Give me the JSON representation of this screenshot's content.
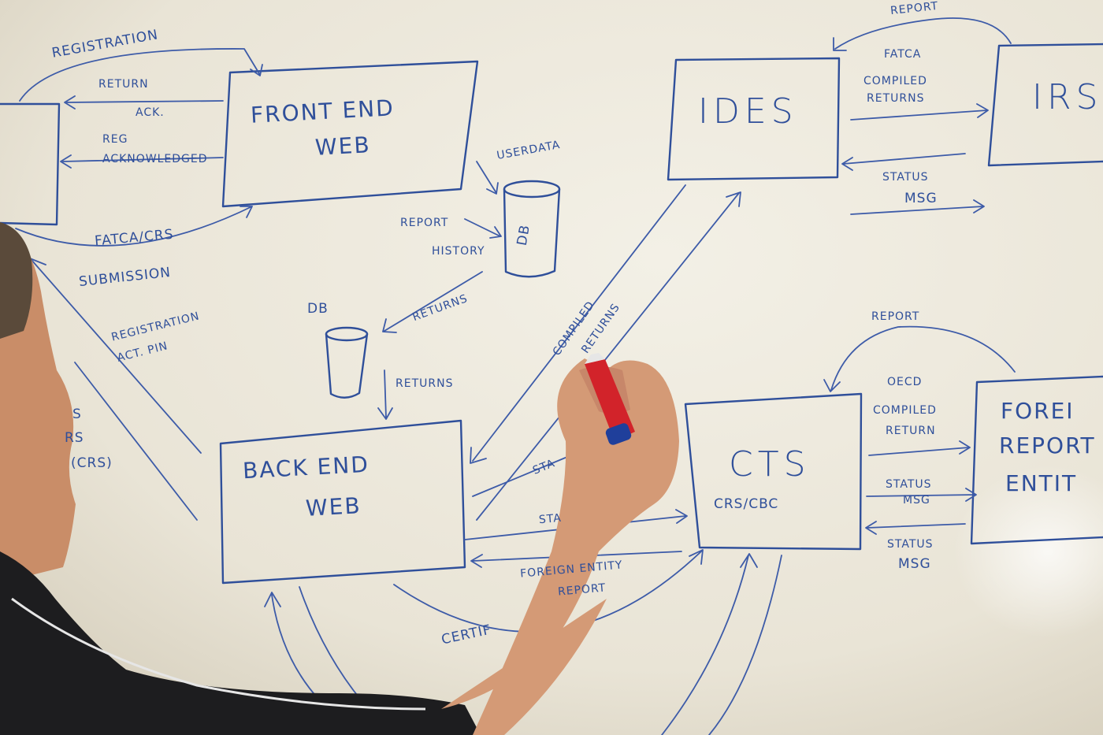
{
  "board": {
    "boxes": {
      "front_end": [
        "FRONT END",
        "WEB"
      ],
      "ides": "IDES",
      "irs": "IRS",
      "back_end": [
        "BACK END",
        "WEB"
      ],
      "cts": "CTS",
      "cts_sub": "CRS/CBC",
      "foreign": [
        "FOREI",
        "REPORT",
        "ENTIT"
      ],
      "db_top": "DB",
      "db_mid": "DB"
    },
    "labels": {
      "registration_top": "REGISTRATION",
      "return_ack": [
        "RETURN",
        "ACK."
      ],
      "reg_acknowledged": [
        "REG",
        "ACKNOWLEDGED"
      ],
      "fatca_crs": "FATCA/CRS",
      "submission": "SUBMISSION",
      "registration_pin": [
        "REGISTRATION",
        "ACT. PIN"
      ],
      "left_fragment": [
        "S",
        "RS",
        "(CRS)"
      ],
      "user_data": "USERDATA",
      "report_history": [
        "REPORT",
        "HISTORY"
      ],
      "returns_1": "RETURNS",
      "returns_2": "RETURNS",
      "compiled_returns": [
        "COMPILED",
        "RETURNS"
      ],
      "report_irs": "REPORT",
      "fatca_compiled": [
        "FATCA",
        "COMPILED",
        "RETURNS"
      ],
      "status_msg_irs": [
        "STATUS",
        "MSG"
      ],
      "report_foreign": "REPORT",
      "oecd_compiled": [
        "OECD",
        "COMPILED",
        "RETURN"
      ],
      "status_msg_foreign_1": [
        "STATUS",
        "MSG"
      ],
      "status_msg_foreign_2": [
        "STATUS",
        "MSG"
      ],
      "sta_1": "STA",
      "sta_2": "STA",
      "foreign_entity": [
        "FOREIGN ENTITY",
        "REPORT"
      ],
      "certif": "CERTIF"
    }
  },
  "colors": {
    "whiteboard": "#ece8dc",
    "marker_ink": "#2f4f9a",
    "marker_body": "#d2232a",
    "marker_cap": "#1f3f9b",
    "skin": "#d49a76",
    "shirt": "#1d1d1f",
    "hair": "#5a4a3a"
  },
  "icons": {
    "marker": "whiteboard-marker-icon",
    "person": "person-silhouette-icon"
  }
}
